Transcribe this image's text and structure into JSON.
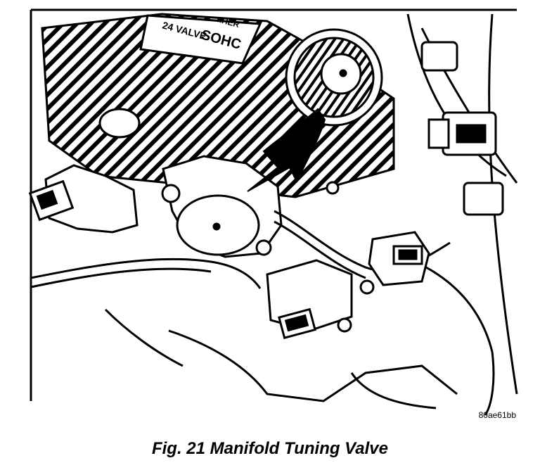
{
  "figure": {
    "image_code": "80ae61bb",
    "caption": "Fig. 21 Manifold Tuning Valve",
    "engine_cover_text_line1": "24 VALVE",
    "engine_cover_text_line2": "SOHC",
    "engine_cover_text_line3": "...HER"
  }
}
